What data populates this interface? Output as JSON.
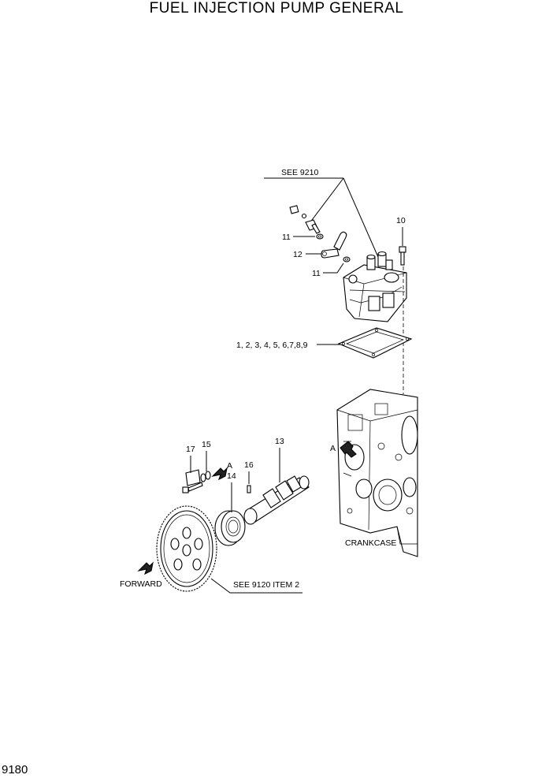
{
  "title": "FUEL INJECTION PUMP GENERAL",
  "page_number": "9180",
  "labels": {
    "see_9210": "SEE 9210",
    "part_10": "10",
    "part_11_upper": "11",
    "part_12": "12",
    "part_11_lower": "11",
    "gasket_kit": "1, 2, 3, 4, 5, 6,7,8,9",
    "part_13": "13",
    "part_17": "17",
    "part_15": "15",
    "view_a_left": "A",
    "part_14": "14",
    "part_16": "16",
    "view_a_right": "A",
    "crankcase": "CRANKCASE",
    "forward": "FORWARD",
    "see_9120": "SEE 9120 ITEM 2"
  }
}
